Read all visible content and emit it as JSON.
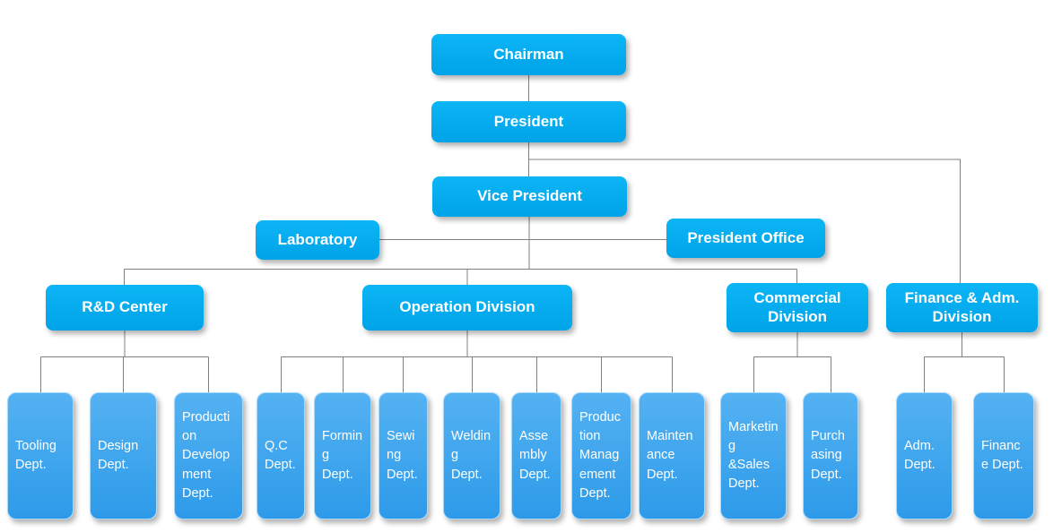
{
  "colors": {
    "node_fill": "#00AEEF",
    "dept_fill": "#3BA6F0",
    "connector": "#808080",
    "text": "#FFFFFF",
    "background": "#FFFFFF"
  },
  "chart": {
    "chairman": "Chairman",
    "president": "President",
    "vice_president": "Vice President",
    "laboratory": "Laboratory",
    "president_office": "President Office",
    "divisions": {
      "rd_center": {
        "label": "R&D Center",
        "departments": [
          "Tooling Dept.",
          "Design Dept.",
          "Production Development Dept."
        ]
      },
      "operation": {
        "label": "Operation Division",
        "departments": [
          "Q.C Dept.",
          "Forming Dept.",
          "Sewing Dept.",
          "Welding Dept.",
          "Assembly Dept.",
          "Production Management Dept.",
          "Maintenance Dept."
        ]
      },
      "commercial": {
        "label": "Commercial Division",
        "departments": [
          "Marketing &Sales Dept.",
          "Purchasing Dept."
        ]
      },
      "finance_adm": {
        "label": "Finance & Adm. Division",
        "departments": [
          "Adm. Dept.",
          "Finance Dept."
        ]
      }
    }
  }
}
